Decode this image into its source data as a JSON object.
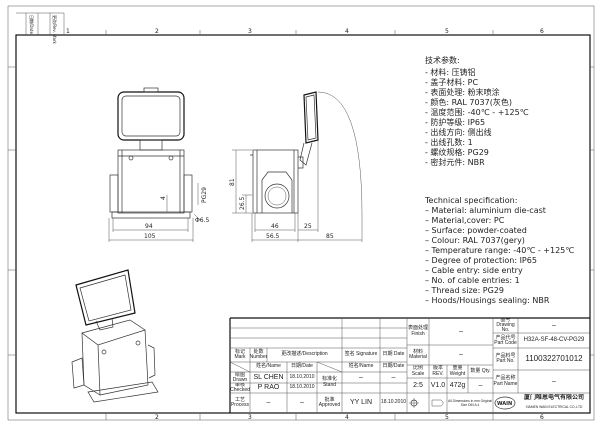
{
  "grid": {
    "columns": [
      "1",
      "2",
      "3",
      "4",
      "5",
      "6"
    ]
  },
  "corner_table": {
    "col1": "日期/Date",
    "col2": "更改/Rev. Mark"
  },
  "dimensions": {
    "d94": "94",
    "d105": "105",
    "d4": "4",
    "hole": "Φ6.5",
    "thread": "PG29",
    "d81": "81",
    "d26_5": "26.5",
    "d46": "46",
    "d56_5": "56.5",
    "d25": "25",
    "d85": "85"
  },
  "spec_cn": {
    "title": "技术参数:",
    "items": [
      "- 材料: 压铸铝",
      "- 盖子材料: PC",
      "- 表面处理: 粉末喷涂",
      "- 颜色: RAL 7037(灰色)",
      "- 温度范围: -40℃ - +125℃",
      "- 防护等级: IP65",
      "- 出线方向: 侧出线",
      "- 出线孔数: 1",
      "- 螺纹规格: PG29",
      "- 密封元件: NBR"
    ]
  },
  "spec_en": {
    "title": "Technical specification:",
    "items": [
      "– Material: aluminium die-cast",
      "– Material,cover: PC",
      "– Surface: powder-coated",
      "– Colour: RAL 7037(gery)",
      "– Temperature range: -40℃ - +125℃",
      "– Degree of protection: IP65",
      "– Cable entry: side entry",
      "– No. of cable entries: 1",
      "– Thread size: PG29",
      "– Hoods/Housings sealing: NBR"
    ]
  },
  "title_block": {
    "mark": "标记 Mark",
    "number": "处数 Number",
    "description": "更改描述/Description",
    "signature": "签名 Signature",
    "date": "日期 Date",
    "name_hdr": "姓名/Name",
    "date_hdr": "日期/Date",
    "name_hdr2": "姓名/Name",
    "date_hdr2": "日期/Date",
    "drawn": "绘图 Drawn",
    "drawn_name": "SL CHEN",
    "drawn_date": "18.10.2010",
    "stand": "标准化 Stand",
    "stand_sig": "–",
    "stand_date": "–",
    "checked": "审核 Checked",
    "checked_name": "P RAO",
    "checked_date": "18.10.2010",
    "process": "工艺 Process",
    "process_name": "–",
    "process_date": "–",
    "approved": "批准 Approved",
    "approved_name": "YY LIN",
    "approved_date": "18.10.2010",
    "finish": "表面处理 Finish",
    "finish_value": "–",
    "material": "材料 Material",
    "material_value": "–",
    "scale": "比例 Scale",
    "scale_value": "2:5",
    "rev": "版本 REV.",
    "rev_value": "V1.0",
    "weight": "重量 Weight",
    "weight_value": "472g",
    "qty": "数量 Qty.",
    "qty_value": "–",
    "dims_note": "All Dimensions in mm Original Size DIN A 4",
    "drawing_no": "图号 Drawing No.",
    "drawing_no_value": "–",
    "part_code": "产品代号 Part Code",
    "part_code_value": "H32A-SF-48-CV-PG29",
    "part_no": "产品料号 Part No.",
    "part_no_value": "1100322701012",
    "part_name": "产品名称 Part Name",
    "part_name_value": "–",
    "logo_text": "WAIN",
    "company_cn": "厦门唯恩电气有限公司",
    "company_en": "XIAMEN WAIN ELECTRICAL CO.,LTD"
  }
}
